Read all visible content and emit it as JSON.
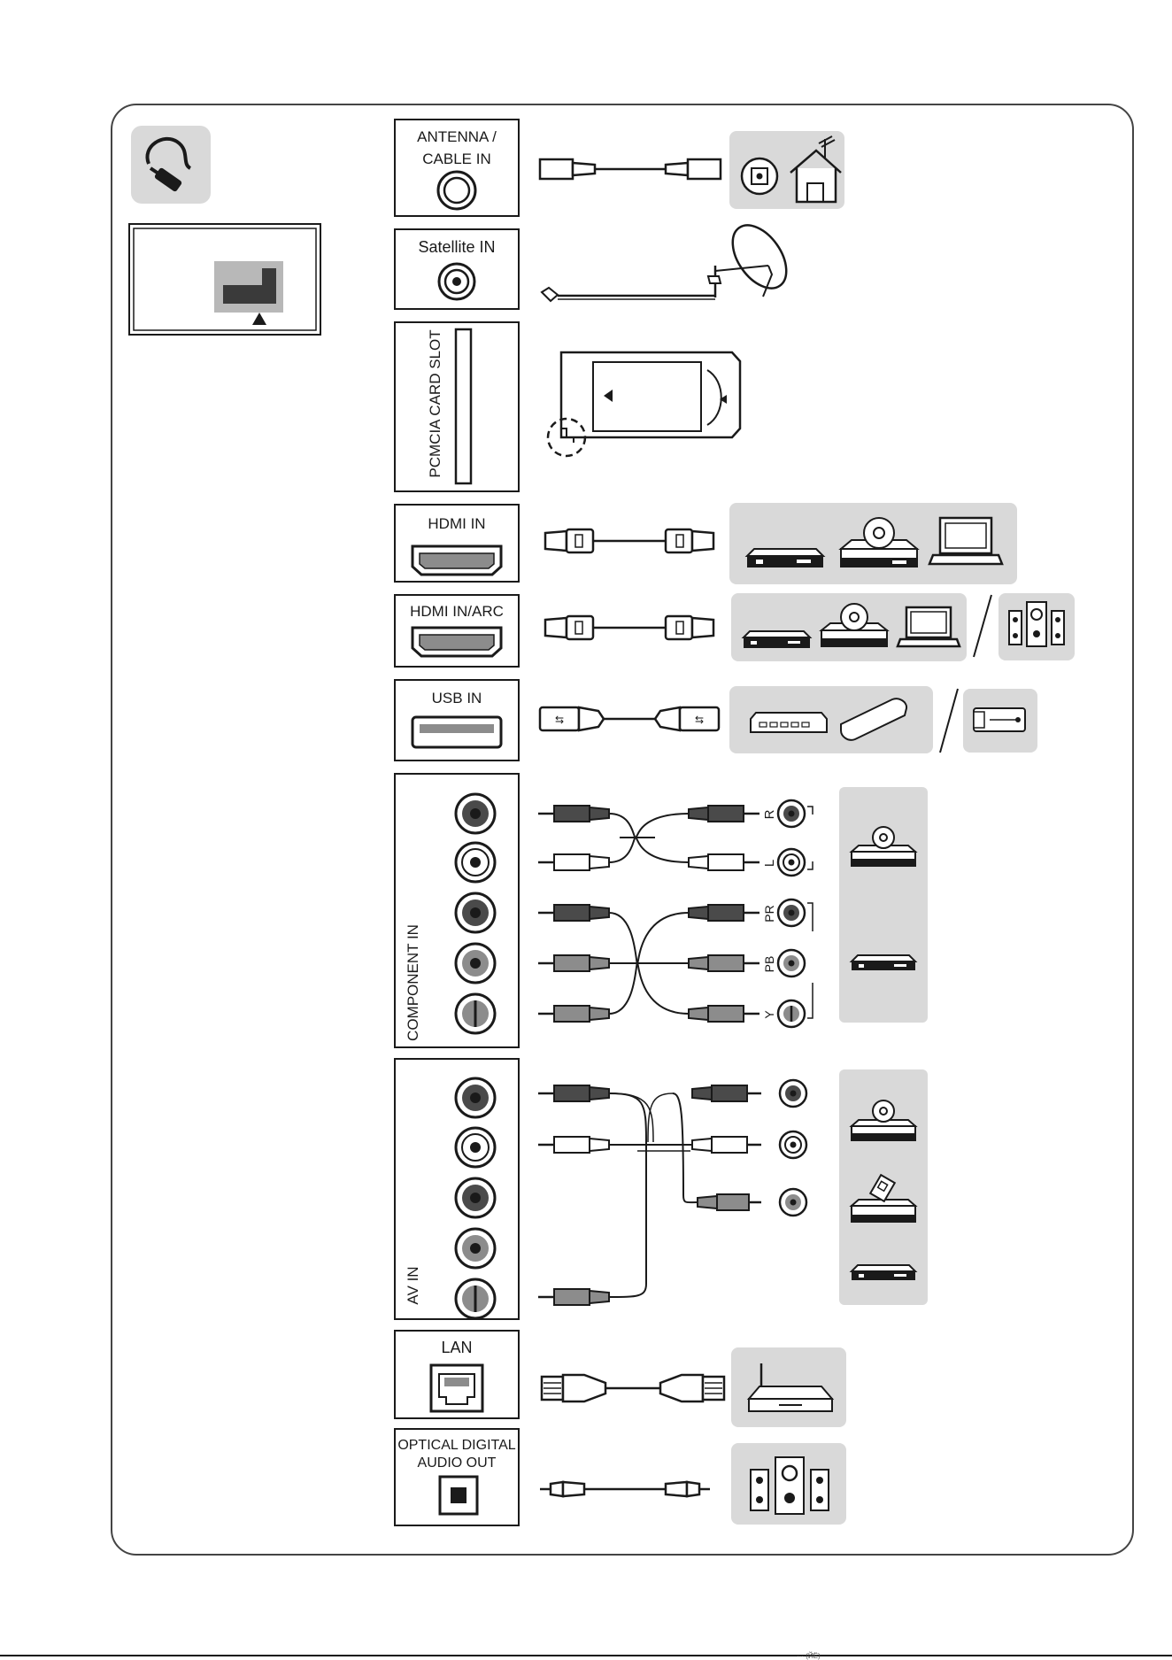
{
  "ports": {
    "antenna": {
      "line1": "ANTENNA /",
      "line2": "CABLE IN"
    },
    "satellite": {
      "label": "Satellite IN"
    },
    "pcmcia": {
      "label": "PCMCIA CARD SLOT"
    },
    "hdmi": {
      "label": "HDMI IN"
    },
    "hdmi_arc": {
      "label": "HDMI IN/ARC"
    },
    "usb": {
      "label": "USB IN"
    },
    "component": {
      "label": "COMPONENT IN"
    },
    "av": {
      "label": "AV IN"
    },
    "lan": {
      "label": "LAN"
    },
    "optical": {
      "line1": "OPTICAL DIGITAL",
      "line2": "AUDIO OUT"
    }
  },
  "component_jacks": {
    "r": "R",
    "l": "L",
    "pr": "PR",
    "pb": "PB",
    "y": "Y"
  },
  "footer": {
    "text": "··· (ЙЁ)"
  },
  "colors": {
    "panel_gray": "#d9d9d9",
    "dark_plug": "#4a4a4a",
    "mid_plug": "#8c8c8c",
    "outline": "#1a1a1a"
  }
}
